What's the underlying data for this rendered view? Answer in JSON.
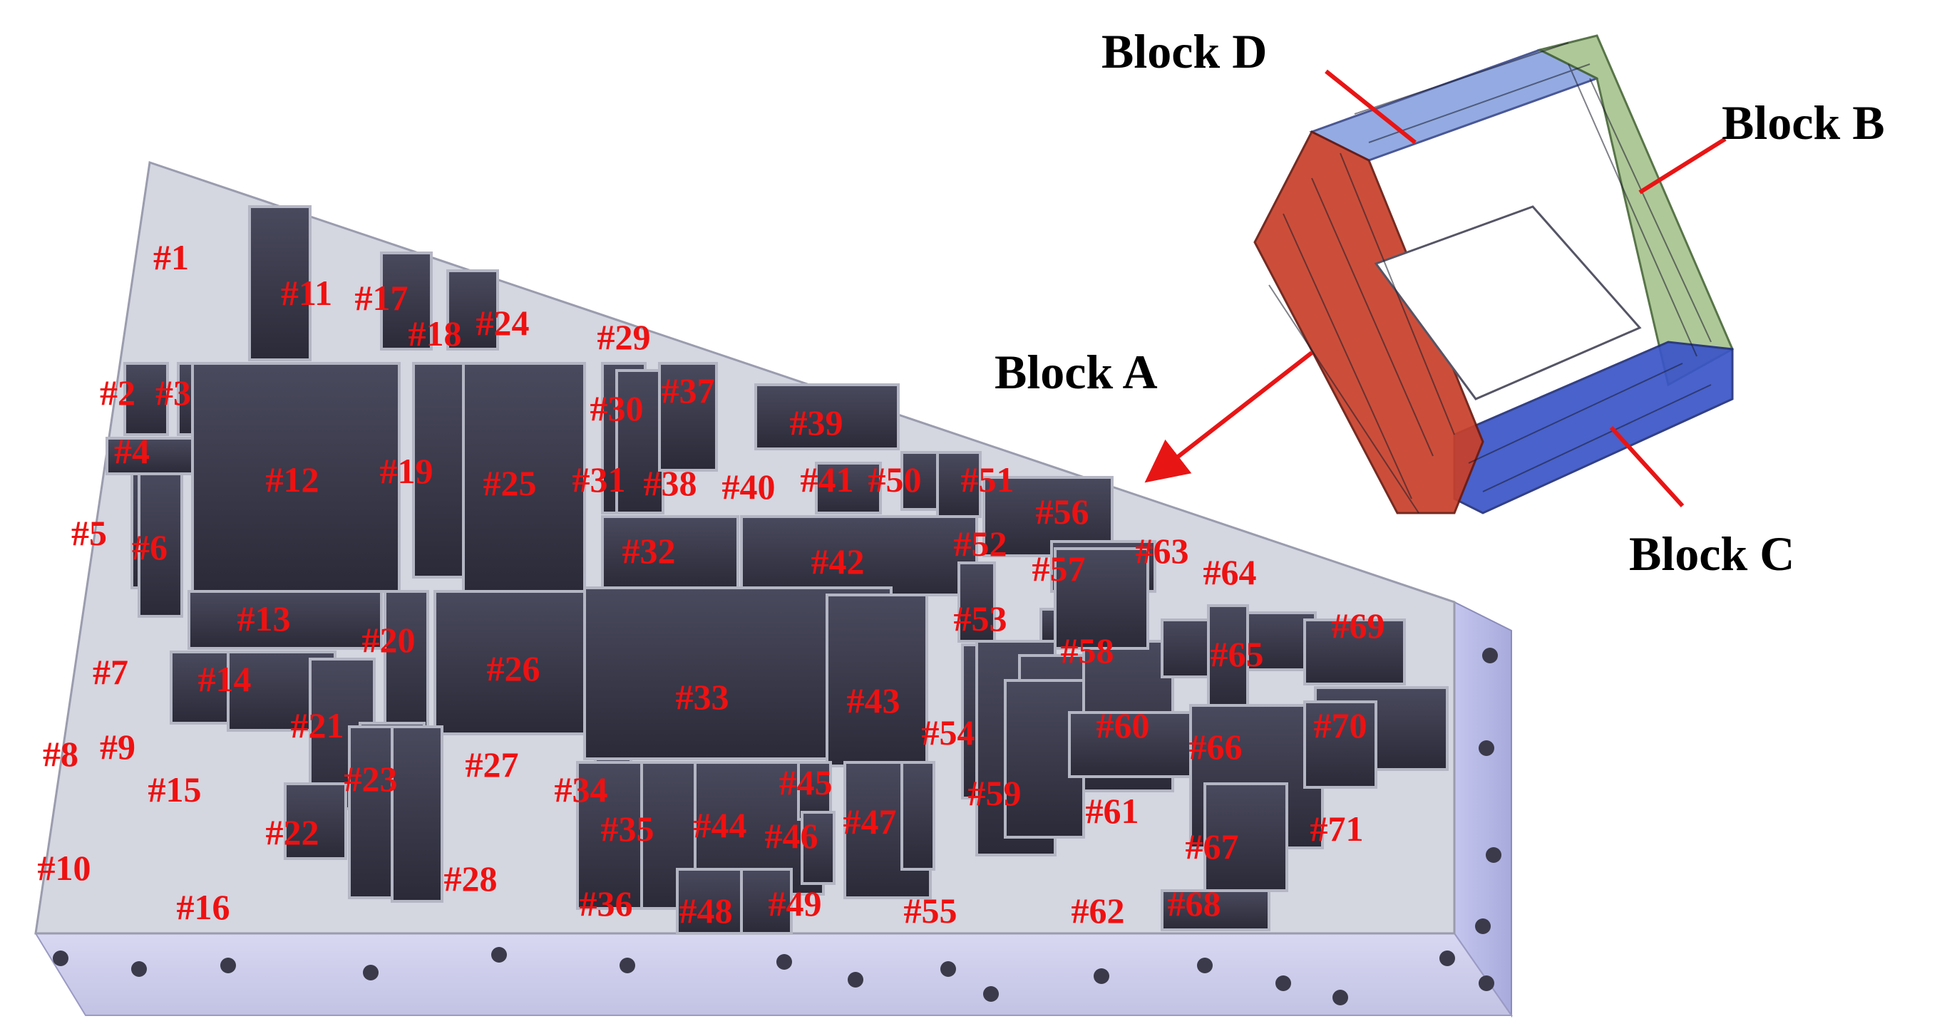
{
  "block_labels": {
    "block_a": "Block  A",
    "block_b": "Block  B",
    "block_c": "Block  C",
    "block_d": "Block  D"
  },
  "cell_labels": [
    "#1",
    "#2",
    "#3",
    "#4",
    "#5",
    "#6",
    "#7",
    "#8",
    "#9",
    "#10",
    "#11",
    "#12",
    "#13",
    "#14",
    "#15",
    "#16",
    "#17",
    "#18",
    "#19",
    "#20",
    "#21",
    "#22",
    "#23",
    "#24",
    "#25",
    "#26",
    "#27",
    "#28",
    "#29",
    "#30",
    "#31",
    "#32",
    "#33",
    "#34",
    "#35",
    "#36",
    "#37",
    "#38",
    "#39",
    "#40",
    "#41",
    "#42",
    "#43",
    "#44",
    "#45",
    "#46",
    "#47",
    "#48",
    "#49",
    "#50",
    "#51",
    "#52",
    "#53",
    "#54",
    "#55",
    "#56",
    "#57",
    "#58",
    "#59",
    "#60",
    "#61",
    "#62",
    "#63",
    "#64",
    "#65",
    "#66",
    "#67",
    "#68",
    "#69",
    "#70",
    "#71"
  ],
  "colors": {
    "label_red": "#ee1111",
    "pointer_red": "#e81515",
    "cavity_dark": "#3c3c4c",
    "frame_light": "#d4d6e0",
    "block_red": "#c8402a",
    "block_green": "#9cba7c",
    "block_blue": "#3a55c8",
    "block_light_blue": "#8aa4e0"
  }
}
